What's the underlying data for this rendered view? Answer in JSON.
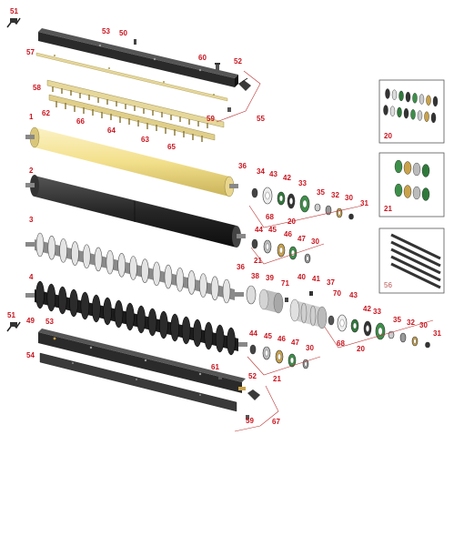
{
  "diagram": {
    "callouts": [
      "51",
      "53",
      "50",
      "57",
      "60",
      "52",
      "58",
      "55",
      "59",
      "1",
      "62",
      "66",
      "64",
      "63",
      "65",
      "2",
      "36",
      "34",
      "43",
      "42",
      "33",
      "35",
      "32",
      "30",
      "31",
      "68",
      "20",
      "3",
      "44",
      "45",
      "46",
      "47",
      "21",
      "4",
      "38",
      "39",
      "71",
      "40",
      "41",
      "37",
      "70",
      "49",
      "54",
      "61",
      "67"
    ],
    "insets": [
      {
        "label": "20"
      },
      {
        "label": "21"
      },
      {
        "label": "56"
      }
    ]
  },
  "colors": {
    "callout": "#c8141e",
    "roller_yellow": "#f3e08c",
    "roller_black": "#262626",
    "roller_grey": "#d0d0d0",
    "frame_black": "#2a2a2a",
    "blade_yellow": "#e6d79a",
    "bracket": "#b33333"
  }
}
